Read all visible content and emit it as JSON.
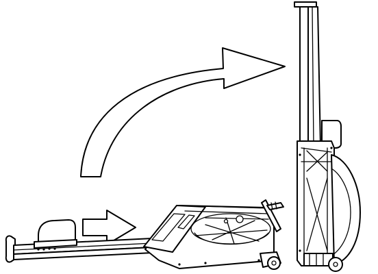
{
  "diagram": {
    "line_color": "#000000",
    "background_color": "#ffffff",
    "elements": {
      "folded_rower": "rowing-machine-stored-upright",
      "flat_rower": "rowing-machine-in-use",
      "straight_arrow": "right-arrow",
      "curved_arrow": "curved-arrow"
    }
  }
}
